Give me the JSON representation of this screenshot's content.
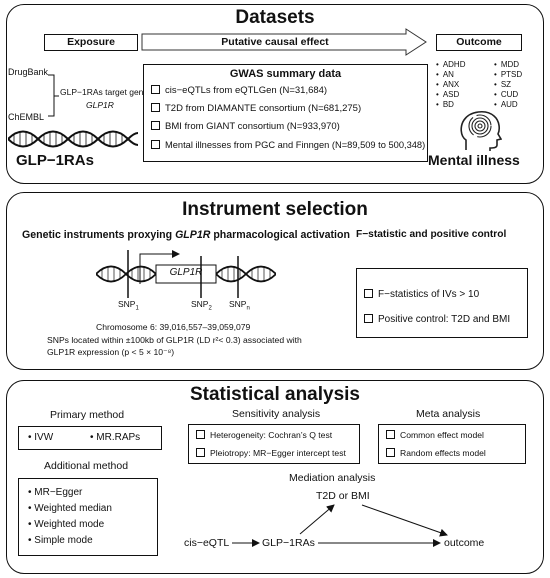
{
  "datasets": {
    "title": "Datasets",
    "exposure_label": "Exposure",
    "arrow_label": "Putative causal effect",
    "outcome_label": "Outcome",
    "drugbank": "DrugBank",
    "chembl": "ChEMBL",
    "target_gene_label": "GLP−1RAs target gene:",
    "target_gene": "GLP1R",
    "glp_label": "GLP−1RAs",
    "gwas_title": "GWAS summary data",
    "gwas_items": [
      "cis−eQTLs from eQTLGen (N=31,684)",
      "T2D from DIAMANTE consortium (N=681,275)",
      "BMI from GIANT consortium (N=933,970)",
      "Mental illnesses from PGC and Finngen (N=89,509 to 500,348)"
    ],
    "outcomes_left": [
      "ADHD",
      "AN",
      "ANX",
      "ASD",
      "BD"
    ],
    "outcomes_right": [
      "MDD",
      "PTSD",
      "SZ",
      "CUD",
      "AUD"
    ],
    "mental_label": "Mental illness"
  },
  "instrument": {
    "title": "Instrument selection",
    "subtitle_prefix": "Genetic instruments proxying ",
    "subtitle_gene": "GLP1R",
    "subtitle_suffix": " pharmacological activation",
    "gene_box": "GLP1R",
    "snp1": "SNP",
    "snp1_sub": "1",
    "snp2": "SNP",
    "snp2_sub": "2",
    "snpn": "SNP",
    "snpn_sub": "n",
    "chromosome": "Chromosome 6: 39,016,557–39,059,079",
    "snps_line1": "SNPs located within ±100kb of GLP1R (LD r²< 0.3) associated with",
    "snps_line2": "GLP1R expression (p < 5 × 10⁻⁸)",
    "fstat_title": "F−statistic and positive control",
    "fstat_items": [
      "F−statistics of IVs > 10",
      "Positive control: T2D and BMI"
    ]
  },
  "statistical": {
    "title": "Statistical analysis",
    "primary_title": "Primary method",
    "primary_items": [
      "IVW",
      "MR.RAPs"
    ],
    "additional_title": "Additional method",
    "additional_items": [
      "MR−Egger",
      "Weighted median",
      "Weighted mode",
      "Simple mode"
    ],
    "sensitivity_title": "Sensitivity analysis",
    "sensitivity_items": [
      "Heterogeneity: Cochran’s Q test",
      "Pleiotropy: MR−Egger intercept test"
    ],
    "meta_title": "Meta analysis",
    "meta_items": [
      "Common effect model",
      "Random effects model"
    ],
    "mediation_title": "Mediation analysis",
    "med_nodes": {
      "mediator": "T2D or BMI",
      "source": "cis−eQTL",
      "exposure": "GLP−1RAs",
      "outcome": "outcome"
    }
  }
}
